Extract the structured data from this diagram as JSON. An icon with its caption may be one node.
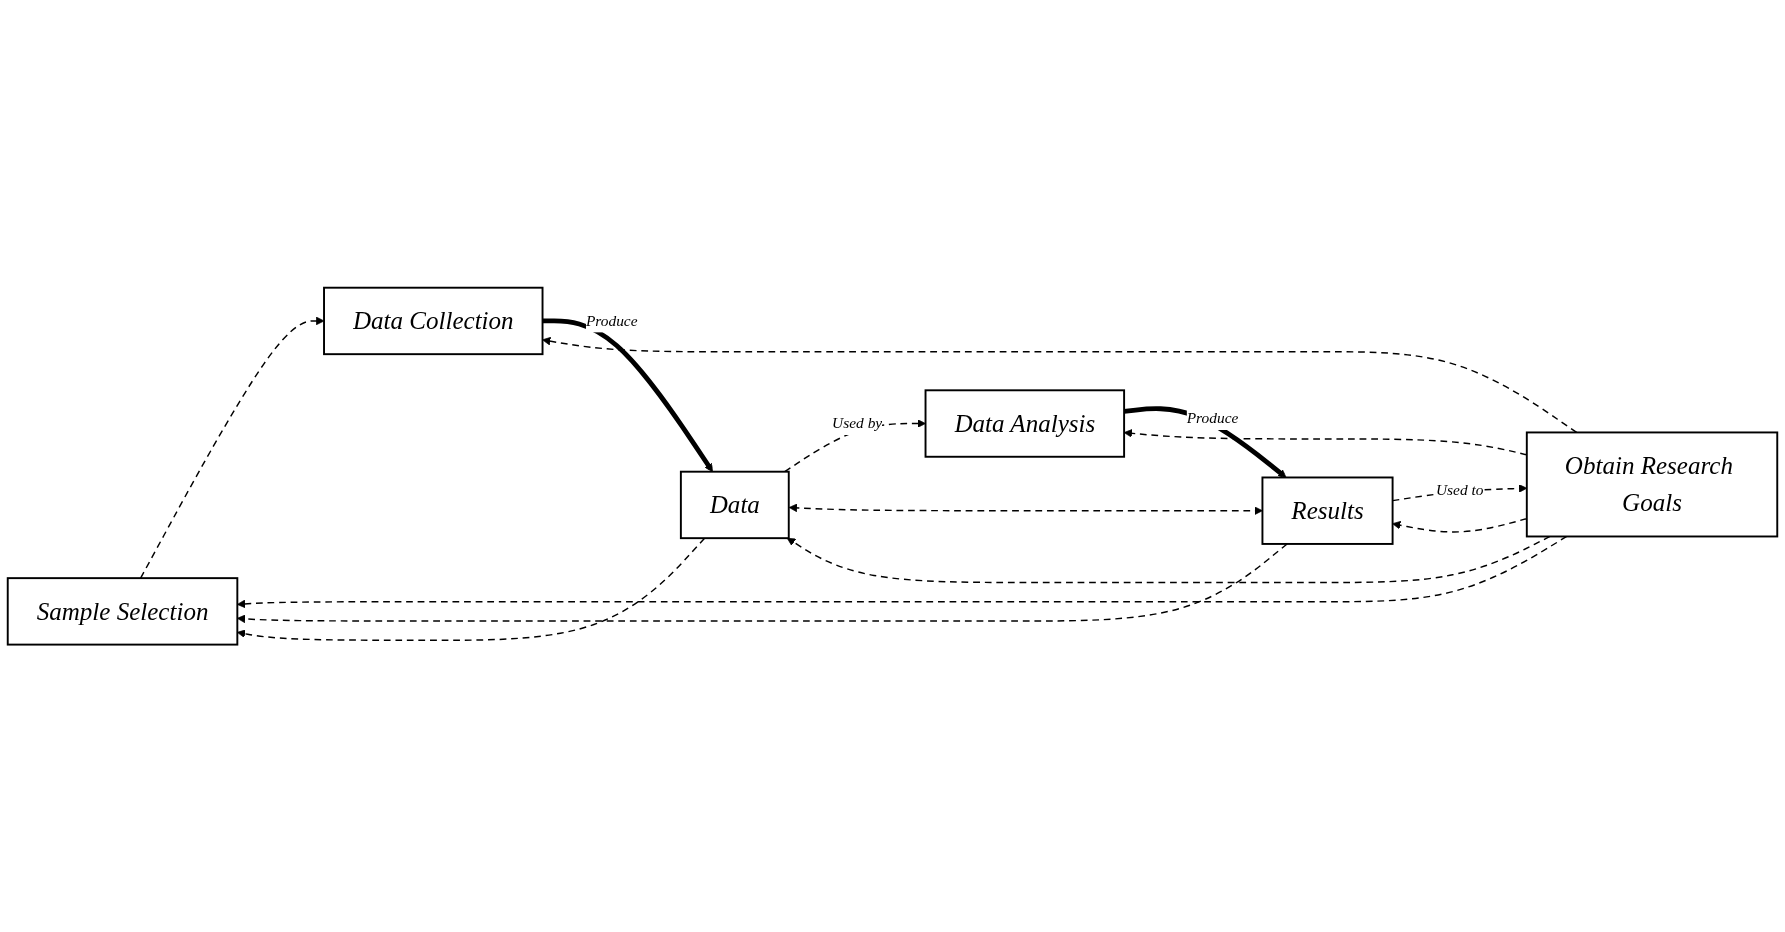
{
  "diagram": {
    "nodes": [
      {
        "text": [
          "Sample Selection"
        ]
      },
      {
        "text": [
          "Data Collection"
        ]
      },
      {
        "text": [
          "Data Analysis"
        ]
      },
      {
        "text": [
          "Obtain Research Goals"
        ]
      },
      {
        "text": [
          "Data"
        ]
      },
      {
        "text": [
          "Results"
        ]
      }
    ],
    "edges": [
      {
        "from": 0,
        "to": 1,
        "arrow": "to",
        "style": "dashed"
      },
      {
        "from": 1,
        "to": 4,
        "arrow": "to",
        "label": "Produce",
        "style": "thick"
      },
      {
        "from": 4,
        "to": 2,
        "arrow": "to",
        "label": "Used by",
        "style": "dashed"
      },
      {
        "from": 2,
        "to": 5,
        "arrow": "to",
        "label": "Produce",
        "style": "thick"
      },
      {
        "from": 5,
        "to": 3,
        "arrow": "to",
        "label": "Used to",
        "style": "dashed"
      },
      {
        "from": 3,
        "to": 0,
        "arrow": "to",
        "style": "dashed"
      },
      {
        "from": 3,
        "to": 1,
        "arrow": "to",
        "style": "dashed"
      },
      {
        "from": 3,
        "to": 2,
        "arrow": "to",
        "style": "dashed"
      },
      {
        "from": 4,
        "to": 0,
        "arrow": "to",
        "style": "dashed"
      },
      {
        "from": 5,
        "to": 0,
        "arrow": "to",
        "style": "dashed"
      },
      {
        "from": 4,
        "to": 5,
        "arrow": "both",
        "style": "dashed"
      },
      {
        "from": 3,
        "to": 4,
        "arrow": "to",
        "style": "dashed"
      },
      {
        "from": 3,
        "to": 5,
        "arrow": "to",
        "style": "dashed"
      }
    ]
  }
}
